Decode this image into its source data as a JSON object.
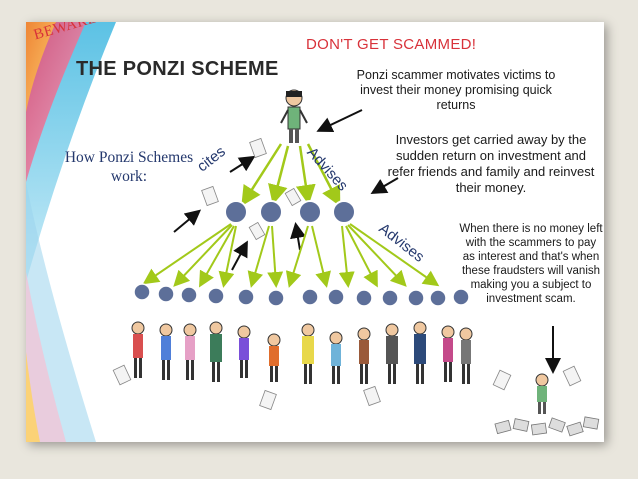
{
  "header": {
    "beware": "BEWARE",
    "title": "THE PONZI SCHEME",
    "warning": "DON'T GET SCAMMED!"
  },
  "side_label": "How Ponzi Schemes work:",
  "edge_labels": {
    "cites": "cites",
    "advises_1": "Advises",
    "advises_2": "Advises"
  },
  "notes": {
    "note_1": "Ponzi scammer motivates victims to invest their money promising quick returns",
    "note_2": "Investors get carried away by the sudden return on investment and refer friends and family and reinvest their money.",
    "note_3": "When there is no money left with the scammers to pay as interest and that's when these fraudsters will vanish making you a subject to investment scam."
  },
  "colors": {
    "accent_red": "#d8323a",
    "node_fill": "#5d6f99",
    "arrow_green": "#a2c91a",
    "label_blue": "#24386d"
  }
}
